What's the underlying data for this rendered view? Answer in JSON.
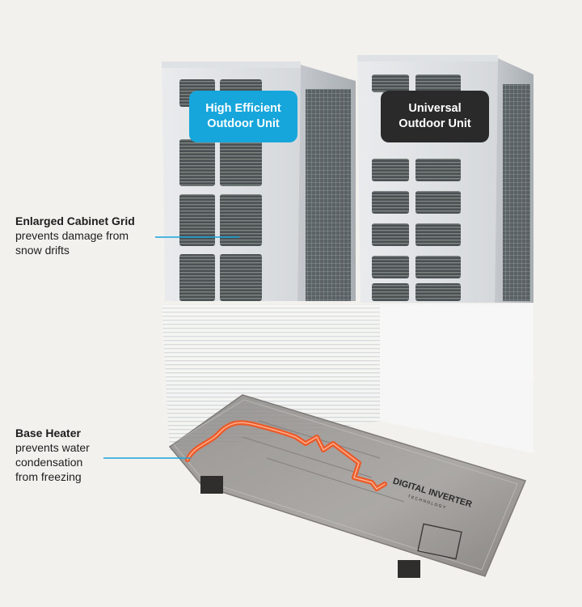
{
  "tags": {
    "high_efficient": [
      "High Efficient",
      "Outdoor Unit"
    ],
    "universal": [
      "Universal",
      "Outdoor Unit"
    ]
  },
  "callouts": {
    "cabinet_grid": {
      "title": "Enlarged Cabinet Grid",
      "lines": [
        "prevents damage from",
        "snow drifts"
      ]
    },
    "base_heater": {
      "title": "Base Heater",
      "lines": [
        "prevents water",
        "condensation",
        "from freezing"
      ]
    }
  },
  "base_logo": {
    "brand": "DIGITAL INVERTER",
    "sub": "TECHNOLOGY"
  },
  "colors": {
    "background": "#f3f1ee",
    "accent_blue": "#17a6dc",
    "dark_tag": "#2b2a2a",
    "heater_pipe": "#ea5a2a"
  }
}
